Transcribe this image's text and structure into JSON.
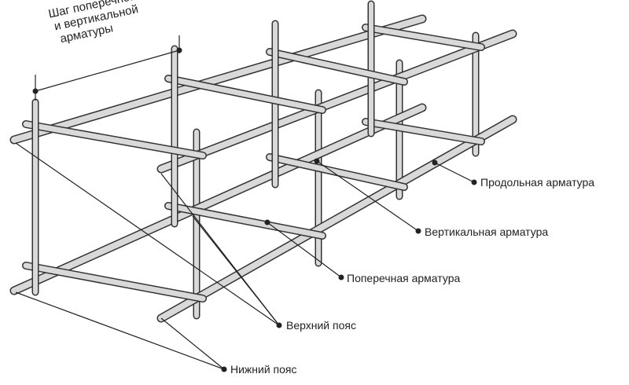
{
  "diagram": {
    "step_label": [
      "Шаг поперечной",
      "и вертикальной",
      "арматуры"
    ],
    "labels": {
      "longitudinal": "Продольная арматура",
      "vertical": "Вертикальная арматура",
      "transverse": "Поперечная арматура",
      "top_belt": "Верхний пояс",
      "bottom_belt": "Нижний пояс"
    },
    "colors": {
      "bar_fill": "#d9d9d9",
      "bar_edge": "#333333",
      "leader": "#222222",
      "text": "#222222"
    }
  }
}
